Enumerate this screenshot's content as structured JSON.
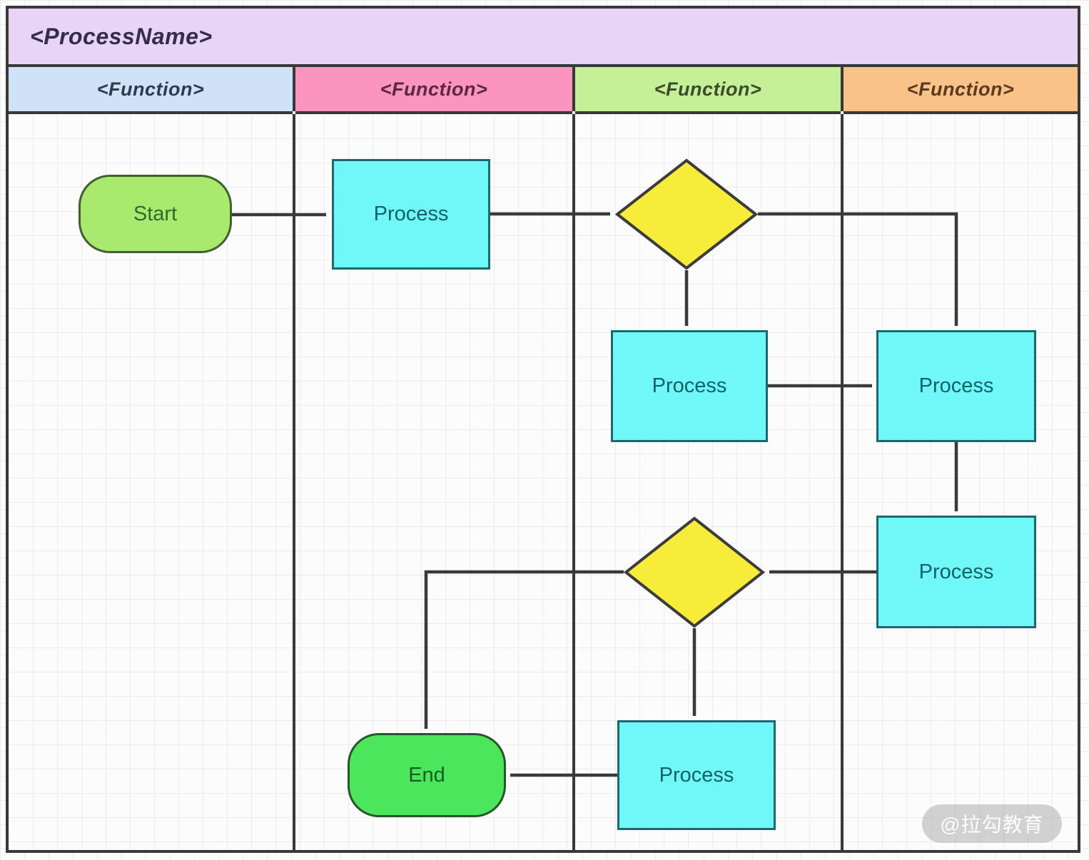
{
  "title": "<ProcessName>",
  "lanes": [
    {
      "label": "<Function>",
      "color": "#cfe2f7",
      "text_color": "#2e3c50"
    },
    {
      "label": "<Function>",
      "color": "#fb95bf",
      "text_color": "#5c2743"
    },
    {
      "label": "<Function>",
      "color": "#c6f097",
      "text_color": "#3c4a2e"
    },
    {
      "label": "<Function>",
      "color": "#f8c289",
      "text_color": "#5a3a1e"
    }
  ],
  "nodes": {
    "start": {
      "label": "Start"
    },
    "process1": {
      "label": "Process"
    },
    "decision1": {
      "label": ""
    },
    "process2": {
      "label": "Process"
    },
    "process3": {
      "label": "Process"
    },
    "process4": {
      "label": "Process"
    },
    "decision2": {
      "label": ""
    },
    "process5": {
      "label": "Process"
    },
    "end": {
      "label": "End"
    }
  },
  "watermark": {
    "label": "@拉勾教育"
  },
  "colors": {
    "title_bg": "#e8d4f7",
    "title_text": "#352b4e",
    "process_fill": "#70f8f8",
    "process_border": "#20666e",
    "process_text": "#156169",
    "start_fill": "#a9e96e",
    "start_border": "#41602f",
    "start_text": "#2e6b2f",
    "end_fill": "#4ce65c",
    "end_border": "#27562a",
    "end_text": "#175c22",
    "decision_fill": "#f8ec3b",
    "decision_border": "#3c3c3c",
    "connector": "#3a3a3a",
    "watermark_bg": "rgba(173,173,173,0.55)",
    "watermark_text": "rgba(255,255,255,0.95)"
  }
}
